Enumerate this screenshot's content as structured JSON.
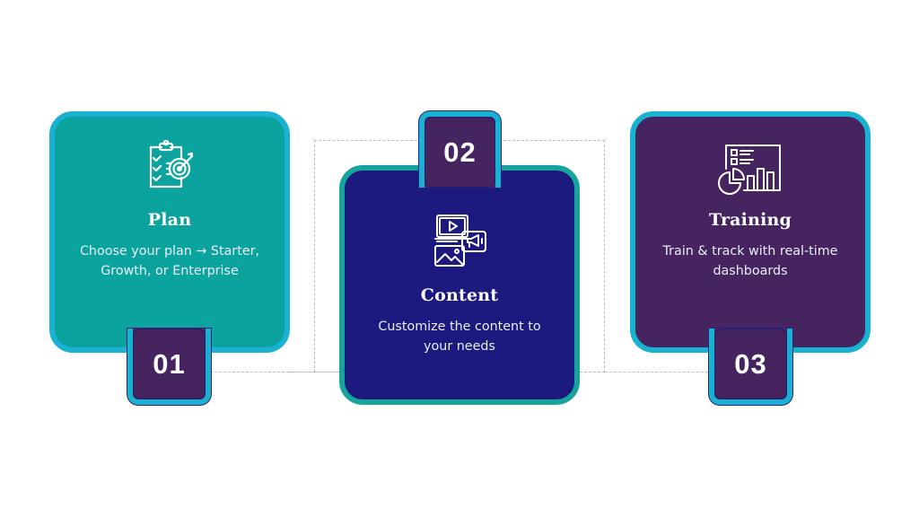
{
  "steps": [
    {
      "number": "01",
      "title": "Plan",
      "description_lines": [
        "Choose your plan → Starter,",
        "Growth, or Enterprise"
      ],
      "icon": "clipboard-target-icon",
      "card_color": "#0aa39e",
      "border_color": "#1ab2d2",
      "badge_color": "#46245f"
    },
    {
      "number": "02",
      "title": "Content",
      "description_lines": [
        "Customize the content to",
        "your needs"
      ],
      "icon": "media-content-icon",
      "card_color": "#1c1a7e",
      "border_color": "#16a59c",
      "badge_color": "#46245f"
    },
    {
      "number": "03",
      "title": "Training",
      "description_lines": [
        "Train & track with real-time",
        "dashboards"
      ],
      "icon": "dashboard-analytics-icon",
      "card_color": "#46245f",
      "border_color": "#1ab2d2",
      "badge_color": "#46245f"
    }
  ],
  "connector_color": "#b8b8c8"
}
